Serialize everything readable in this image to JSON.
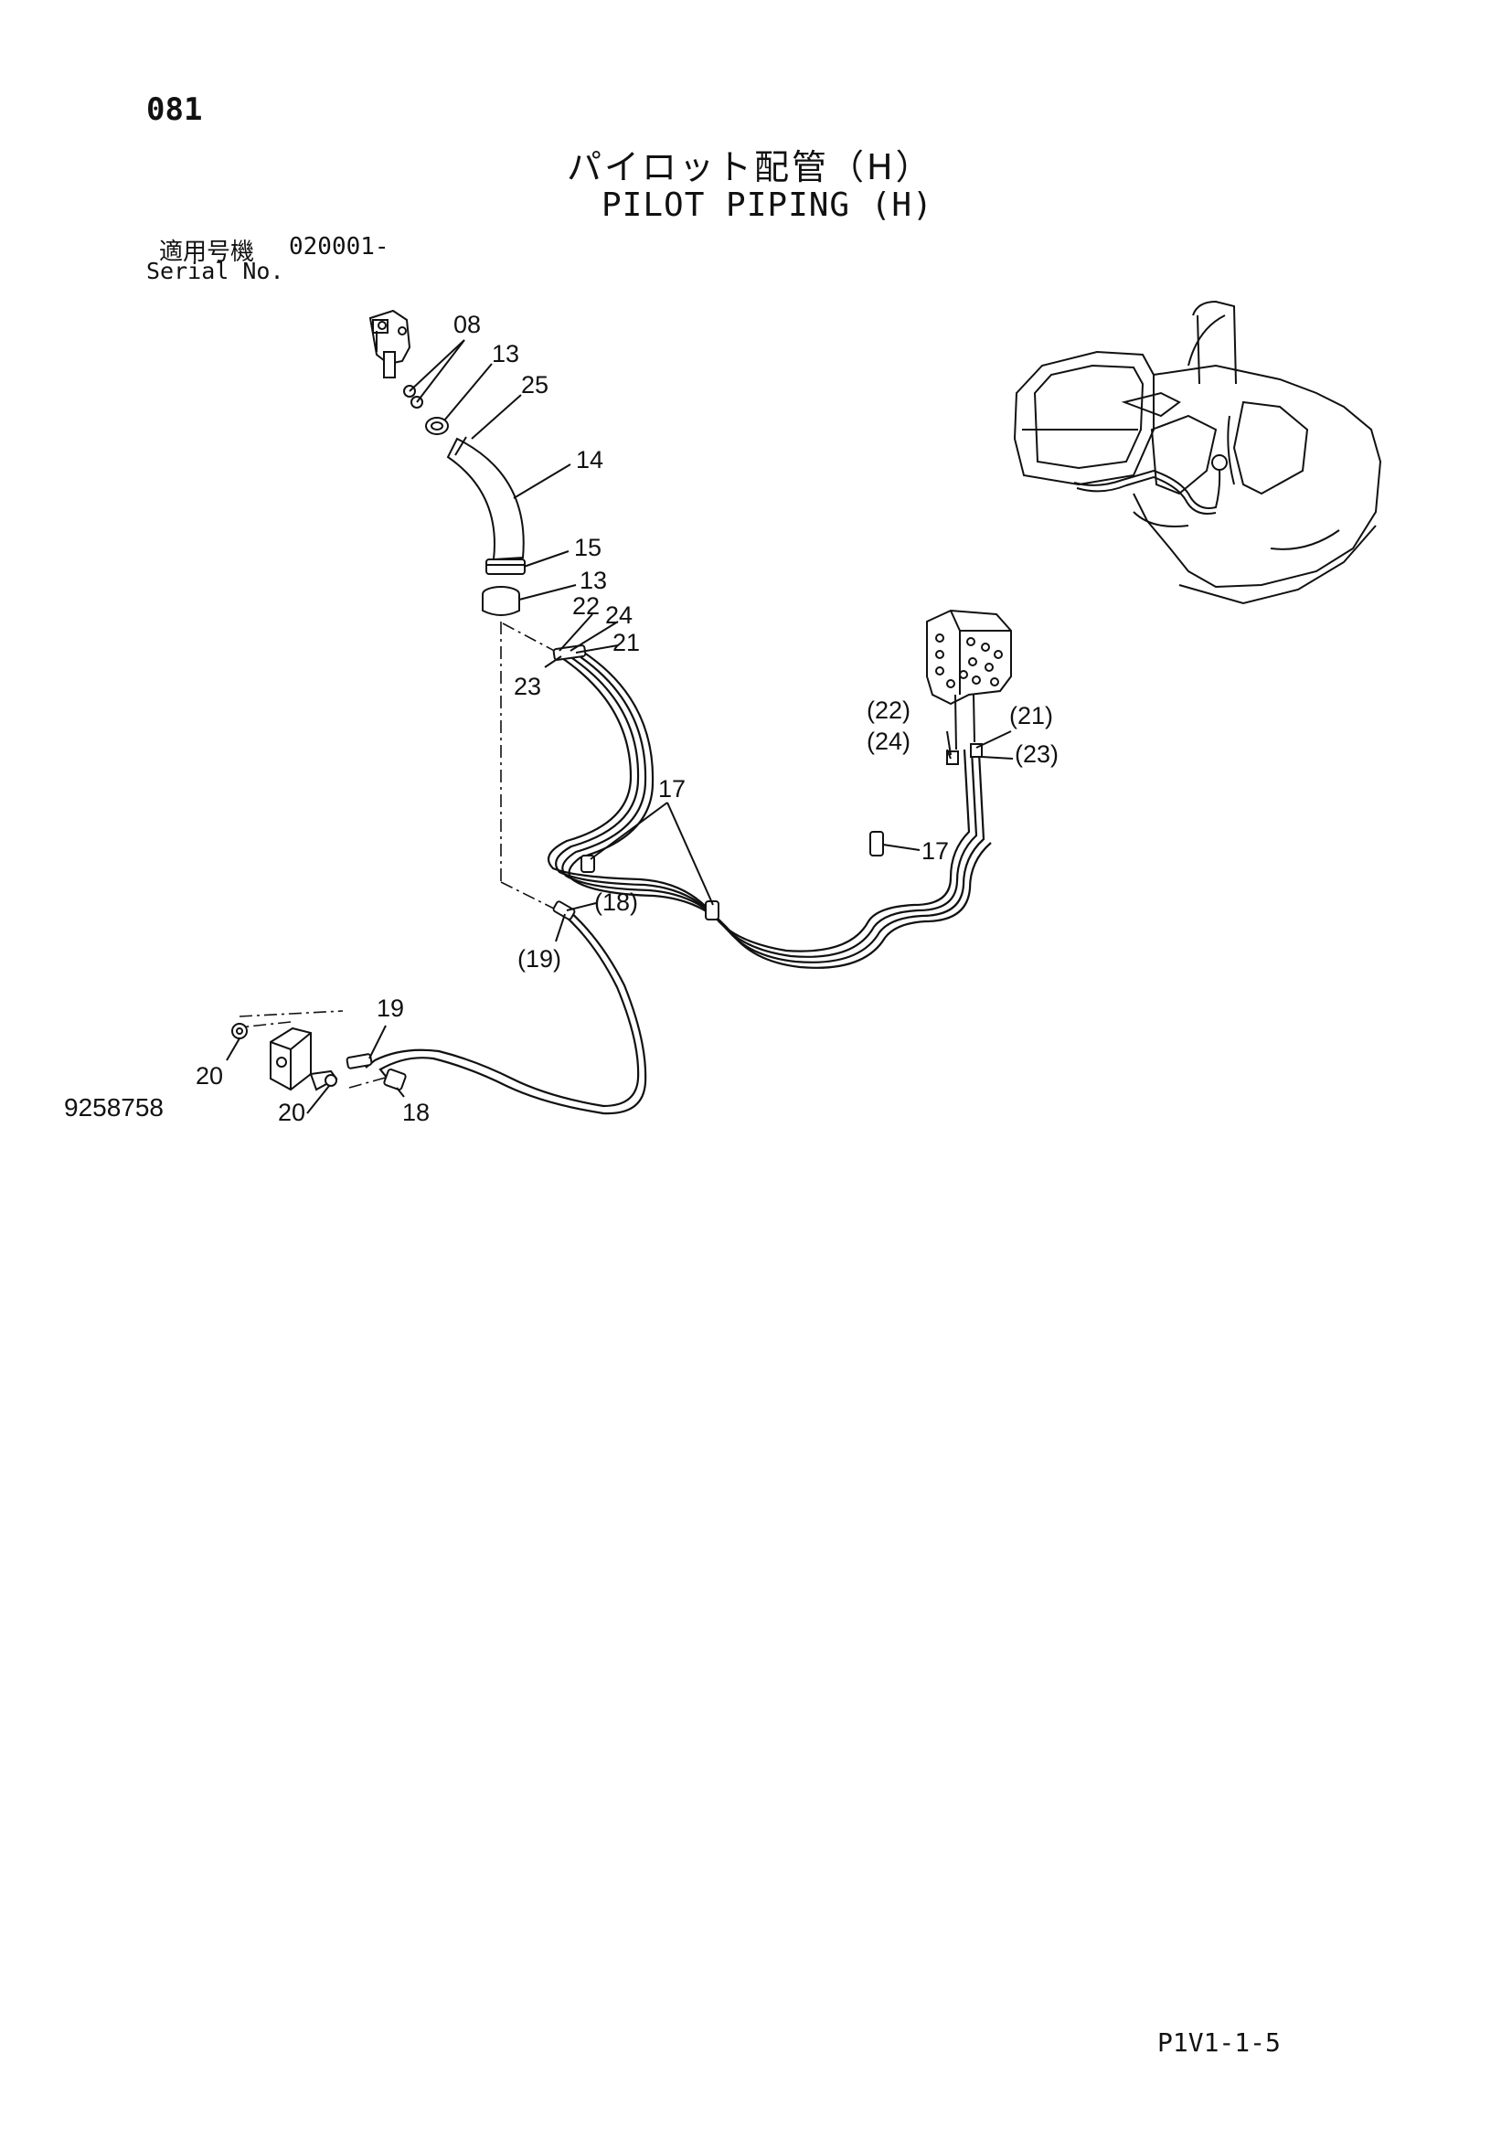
{
  "header": {
    "page_number": "081",
    "title_jp": "パイロット配管（H）",
    "title_en": "PILOT PIPING (H)",
    "serial_label_jp": "適用号機",
    "serial_value": "020001-",
    "serial_label_en": "Serial No."
  },
  "diagram": {
    "callouts": [
      "08",
      "13",
      "25",
      "14",
      "15",
      "13",
      "22",
      "24",
      "21",
      "23",
      "17",
      "17",
      "(22)",
      "(21)",
      "(24)",
      "(23)",
      "(18)",
      "(19)",
      "19",
      "20",
      "20",
      "18"
    ]
  },
  "footer": {
    "reference_number": "9258758",
    "page_code": "P1V1-1-5"
  }
}
